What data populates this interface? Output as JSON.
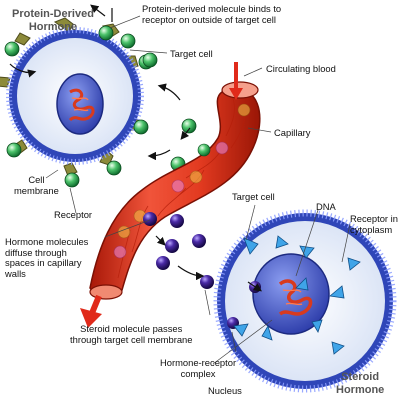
{
  "titles": {
    "protein_line1": "Protein-Derived",
    "protein_line2": "Hormone",
    "steroid_line1": "Steroid",
    "steroid_line2": "Hormone"
  },
  "labels": {
    "protein_binds_1": "Protein-derived molecule binds to",
    "protein_binds_2": "receptor on outside of target cell",
    "target_cell_top": "Target cell",
    "circulating_blood": "Circulating blood",
    "capillary": "Capillary",
    "cell_membrane_1": "Cell",
    "cell_membrane_2": "membrane",
    "receptor": "Receptor",
    "target_cell_right": "Target cell",
    "dna": "DNA",
    "receptor_cyto_1": "Receptor in",
    "receptor_cyto_2": "cytoplasm",
    "diffuse_1": "Hormone molecules",
    "diffuse_2": "diffuse through",
    "diffuse_3": "spaces in capillary",
    "diffuse_4": "walls",
    "steroid_passes_1": "Steroid molecule passes",
    "steroid_passes_2": "through target cell membrane",
    "complex_1": "Hormone-receptor",
    "complex_2": "complex",
    "nucleus": "Nucleus"
  },
  "icons": {
    "protein_hormone": "green-sphere",
    "steroid_hormone": "purple-sphere",
    "cytoplasm_receptor": "blue-cone",
    "receptor": "olive-cup"
  },
  "colors": {
    "capillary_red": "#e03018",
    "membrane_blue": "#2f46b8",
    "cytoplasm": "#e6ecf8",
    "nucleus": "#3b4fc2",
    "dna": "#d83a1e",
    "protein_green": "#22a64a",
    "steroid_purple": "#3a1a8a",
    "receptor_olive": "#8c8a3a",
    "arrow_red": "#e02a1a",
    "title_gray": "#555555"
  }
}
